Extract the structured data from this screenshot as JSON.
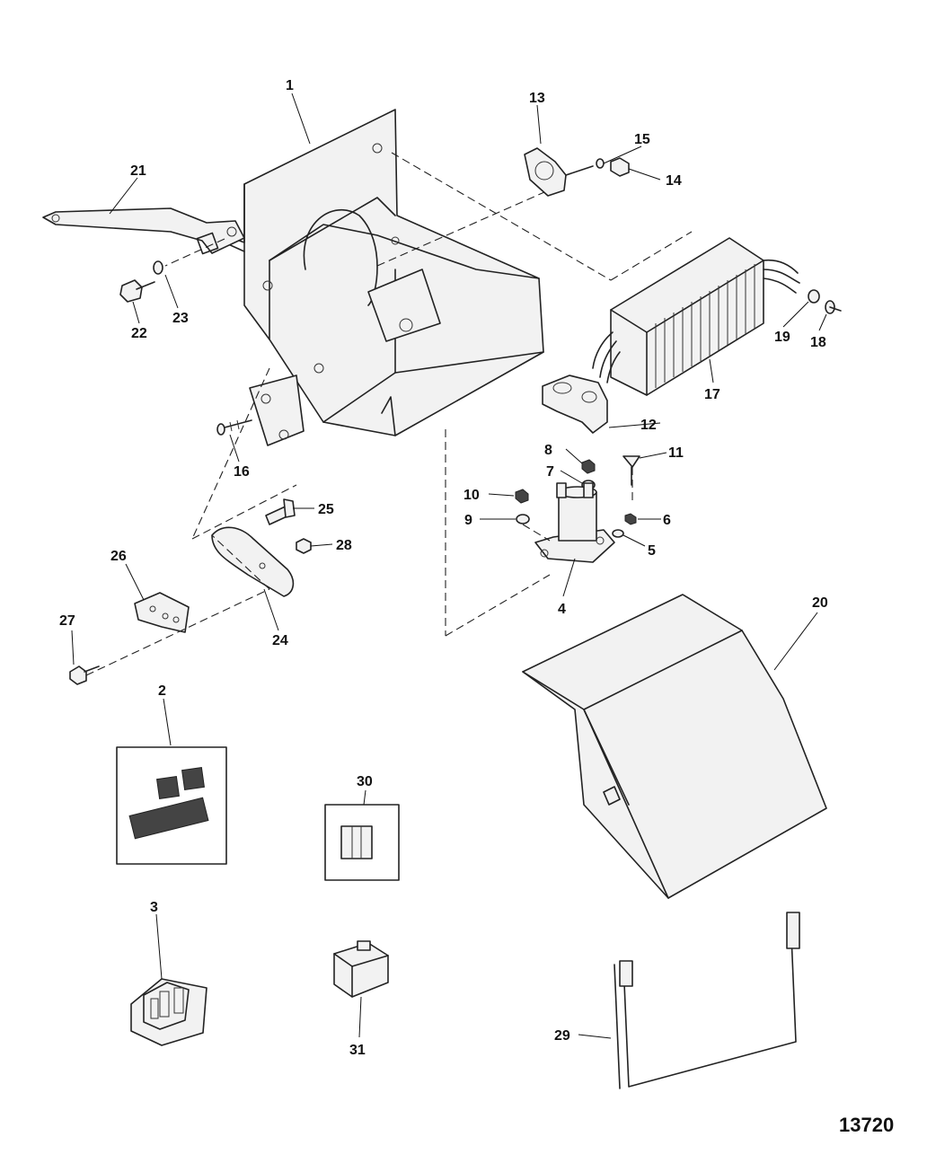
{
  "callouts": {
    "c1": "1",
    "c2": "2",
    "c3": "3",
    "c4": "4",
    "c5": "5",
    "c6": "6",
    "c7": "7",
    "c8": "8",
    "c9": "9",
    "c10": "10",
    "c11": "11",
    "c12": "12",
    "c13": "13",
    "c14": "14",
    "c15": "15",
    "c16": "16",
    "c17": "17",
    "c18": "18",
    "c19": "19",
    "c20": "20",
    "c21": "21",
    "c22": "22",
    "c23": "23",
    "c24": "24",
    "c25": "25",
    "c26": "26",
    "c27": "27",
    "c28": "28",
    "c29": "29",
    "c30": "30",
    "c31": "31"
  },
  "drawing_number": "13720",
  "colors": {
    "line": "#222222",
    "background": "#ffffff"
  }
}
